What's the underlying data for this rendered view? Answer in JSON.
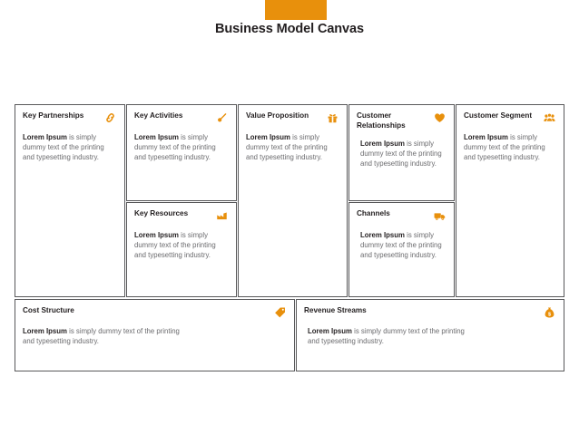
{
  "header": {
    "title": "Business Model Canvas",
    "accent_color": "#E8900C"
  },
  "colors": {
    "accent": "#E8900C",
    "border": "#58585a",
    "title_text": "#231f20",
    "body_text": "#6b6b6e"
  },
  "body_lead": "Lorem Ipsum",
  "canvas": {
    "blocks": [
      {
        "id": "key-partnerships",
        "title": "Key Partnerships",
        "icon": "chain-link-icon",
        "lead": "Lorem Ipsum",
        "text": " is simply dummy text of the printing and typesetting industry."
      },
      {
        "id": "key-activities",
        "title": "Key Activities",
        "icon": "rocket-icon",
        "lead": "Lorem Ipsum",
        "text": " is simply dummy text of the printing and typesetting industry."
      },
      {
        "id": "key-resources",
        "title": "Key Resources",
        "icon": "factory-icon",
        "lead": "Lorem Ipsum",
        "text": " is simply dummy text of the printing and typesetting industry."
      },
      {
        "id": "value-proposition",
        "title": "Value Proposition",
        "icon": "gift-icon",
        "lead": "Lorem Ipsum",
        "text": " is simply dummy text of the printing and typesetting industry."
      },
      {
        "id": "customer-relationships",
        "title": "Customer\nRelationships",
        "icon": "heart-icon",
        "lead": "Lorem Ipsum",
        "text": " is simply dummy text of the printing and typesetting industry."
      },
      {
        "id": "channels",
        "title": "Channels",
        "icon": "delivery-truck-icon",
        "lead": "Lorem Ipsum",
        "text": " is simply dummy text of the printing and typesetting industry."
      },
      {
        "id": "customer-segment",
        "title": "Customer Segment",
        "icon": "users-group-icon",
        "lead": "Lorem Ipsum",
        "text": " is simply dummy text of the printing and typesetting industry."
      },
      {
        "id": "cost-structure",
        "title": "Cost Structure",
        "icon": "price-tag-icon",
        "lead": "Lorem Ipsum",
        "text": " is simply dummy text of the printing and typesetting industry."
      },
      {
        "id": "revenue-streams",
        "title": "Revenue Streams",
        "icon": "money-bag-icon",
        "lead": "Lorem Ipsum",
        "text": " is simply dummy text of the printing and typesetting industry."
      }
    ]
  }
}
